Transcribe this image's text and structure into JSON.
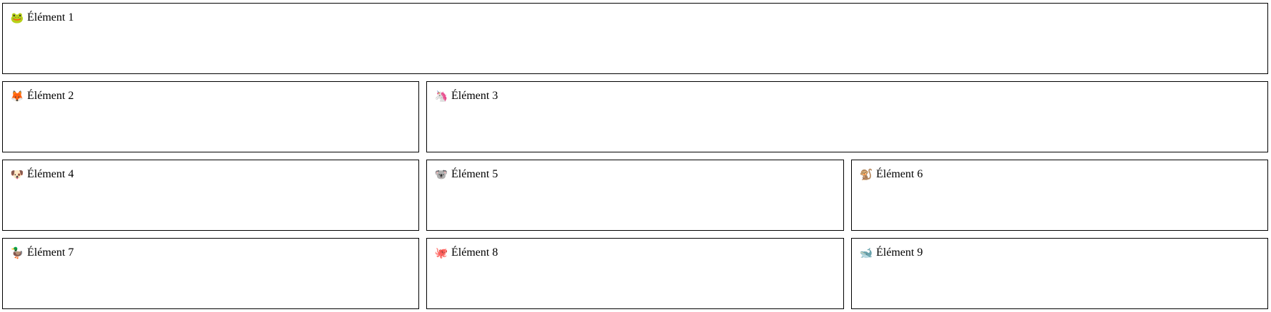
{
  "items": [
    {
      "icon": "🐸",
      "icon_name": "frog-icon",
      "label": "Élément 1"
    },
    {
      "icon": "🦊",
      "icon_name": "fox-icon",
      "label": "Élément 2"
    },
    {
      "icon": "🦄",
      "icon_name": "unicorn-icon",
      "label": "Élément 3"
    },
    {
      "icon": "🐶",
      "icon_name": "dog-icon",
      "label": "Élément 4"
    },
    {
      "icon": "🐨",
      "icon_name": "koala-icon",
      "label": "Élément 5"
    },
    {
      "icon": "🐒",
      "icon_name": "monkey-icon",
      "label": "Élément 6"
    },
    {
      "icon": "🦆",
      "icon_name": "duck-icon",
      "label": "Élément 7"
    },
    {
      "icon": "🐙",
      "icon_name": "octopus-icon",
      "label": "Élément 8"
    },
    {
      "icon": "🐋",
      "icon_name": "whale-icon",
      "label": "Élément 9"
    }
  ],
  "colors": {
    "border": "#000000",
    "background": "#ffffff",
    "text": "#000000"
  }
}
